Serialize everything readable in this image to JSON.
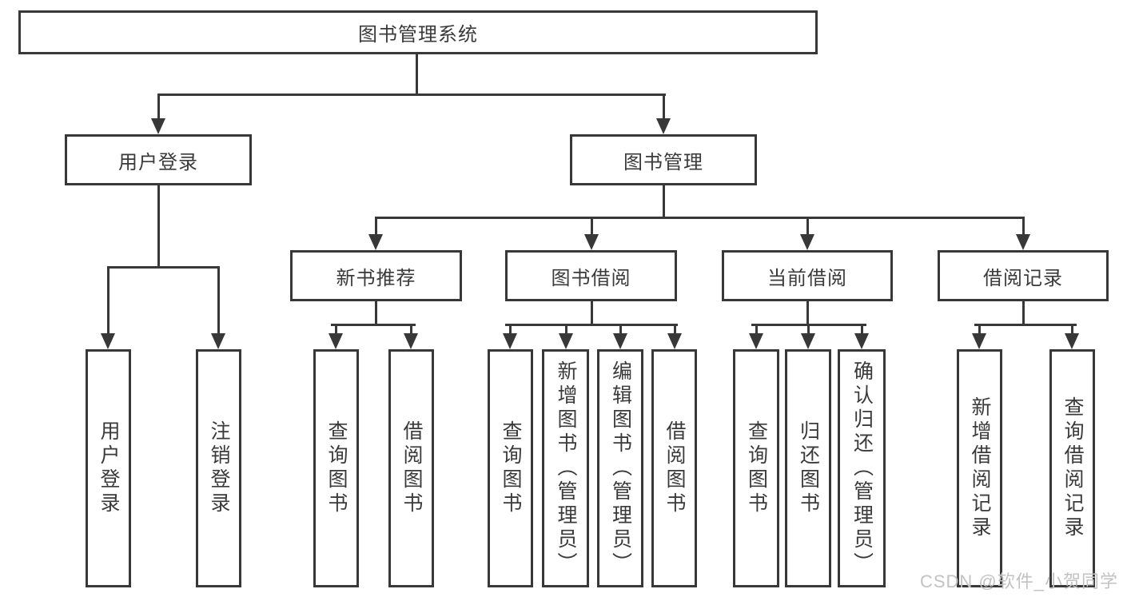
{
  "diagram": {
    "type": "hierarchy-tree",
    "watermark": "CSDN @软件_小贺同学"
  },
  "colors": {
    "line": "#383838",
    "text": "#3a3a3a",
    "box_background": "#ffffff",
    "watermark": "#c2c2c2"
  },
  "nodes": {
    "root": "图书管理系统",
    "user_login": "用户登录",
    "book_mgmt": "图书管理",
    "new_book_rec": "新书推荐",
    "book_borrow": "图书借阅",
    "current_borrow": "当前借阅",
    "borrow_records": "借阅记录"
  },
  "leaves": {
    "user_login": "用户登录",
    "logout": "注销登录",
    "nbr_query_books": "查询图书",
    "nbr_borrow_books": "借阅图书",
    "bb_query_books": "查询图书",
    "bb_add_books": "新增图书（管理员）",
    "bb_edit_books": "编辑图书（管理员）",
    "bb_borrow_books": "借阅图书",
    "cb_query_books": "查询图书",
    "cb_return_books": "归还图书",
    "cb_confirm_return": "确认归还（管理员）",
    "br_add_record": "新增借阅记录",
    "br_query_record": "查询借阅记录"
  }
}
